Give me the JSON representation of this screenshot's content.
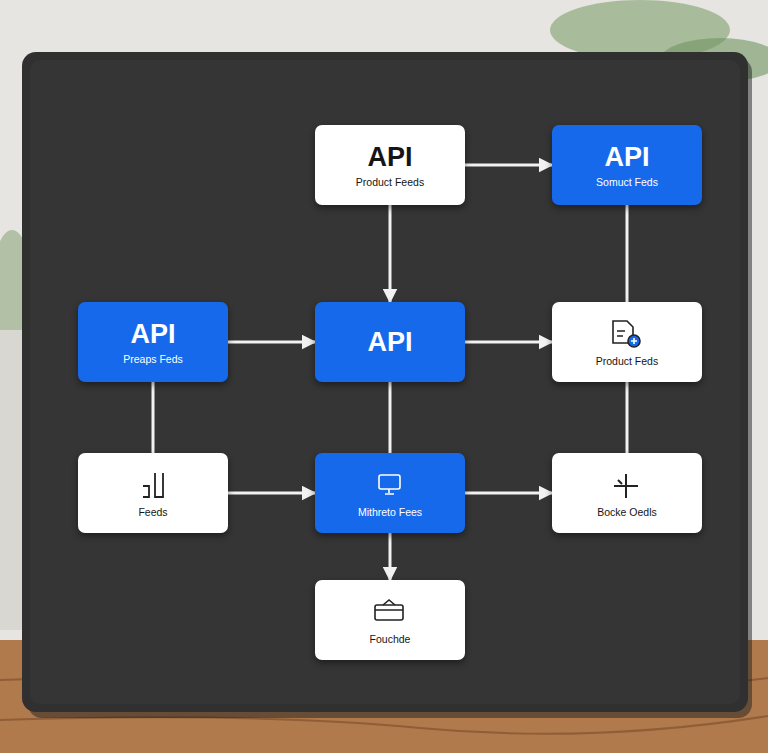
{
  "diagram": {
    "nodes": [
      {
        "text": [
          "API",
          "Product Feeds"
        ]
      },
      {
        "text": [
          "API",
          "Somuct Feds"
        ]
      },
      {
        "text": [
          "API",
          "Preaps Feds"
        ]
      },
      {
        "text": [
          "API"
        ]
      },
      {
        "text": [
          "Product Feds"
        ]
      },
      {
        "text": [
          "Feeds"
        ]
      },
      {
        "text": [
          "Mithreto Fees"
        ]
      },
      {
        "text": [
          "Bocke Oedls"
        ]
      },
      {
        "text": [
          "Fouchde"
        ]
      }
    ],
    "edges": [
      {
        "from": 0,
        "to": 1,
        "arrow": "to"
      },
      {
        "from": 0,
        "to": 3,
        "arrow": "to"
      },
      {
        "from": 1,
        "to": 4,
        "arrow": "none"
      },
      {
        "from": 2,
        "to": 3,
        "arrow": "to"
      },
      {
        "from": 3,
        "to": 4,
        "arrow": "to"
      },
      {
        "from": 2,
        "to": 5,
        "arrow": "none"
      },
      {
        "from": 3,
        "to": 6,
        "arrow": "none"
      },
      {
        "from": 4,
        "to": 7,
        "arrow": "none"
      },
      {
        "from": 5,
        "to": 6,
        "arrow": "to"
      },
      {
        "from": 6,
        "to": 7,
        "arrow": "to"
      },
      {
        "from": 6,
        "to": 8,
        "arrow": "to"
      }
    ]
  }
}
